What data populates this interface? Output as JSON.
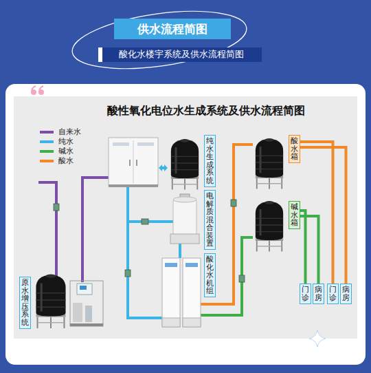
{
  "diagram": {
    "title": "供水流程简图",
    "nodes": [
      {
        "text": [
          "纯水生成系统"
        ]
      },
      {
        "text": [
          "酸水箱"
        ]
      },
      {
        "text": [
          "电解质混合装置"
        ]
      },
      {
        "text": [
          "碱水箱"
        ]
      },
      {
        "text": [
          "酸化水机组"
        ]
      },
      {
        "text": [
          "原水增压系统"
        ]
      },
      {
        "text": [
          "门诊"
        ]
      },
      {
        "text": [
          "病房"
        ]
      },
      {
        "text": [
          "门诊"
        ]
      },
      {
        "text": [
          "病房"
        ]
      }
    ],
    "edges": [
      {
        "from": 1,
        "to": 8,
        "arrow": "none"
      },
      {
        "from": 1,
        "to": 9,
        "arrow": "none"
      },
      {
        "from": 3,
        "to": 6,
        "arrow": "none"
      },
      {
        "from": 3,
        "to": 7,
        "arrow": "none"
      }
    ],
    "labels": [
      "酸化水楼宇系统及供水流程简图",
      "酸性氧化电位水生成系统及供水流程简图"
    ],
    "legend": [
      {
        "text": "自来水",
        "color": "#7b4fa8"
      },
      {
        "text": "纯水",
        "color": "#3cb4e6"
      },
      {
        "text": "碱水",
        "color": "#3fae49"
      },
      {
        "text": "酸水",
        "color": "#f0892a"
      }
    ]
  }
}
